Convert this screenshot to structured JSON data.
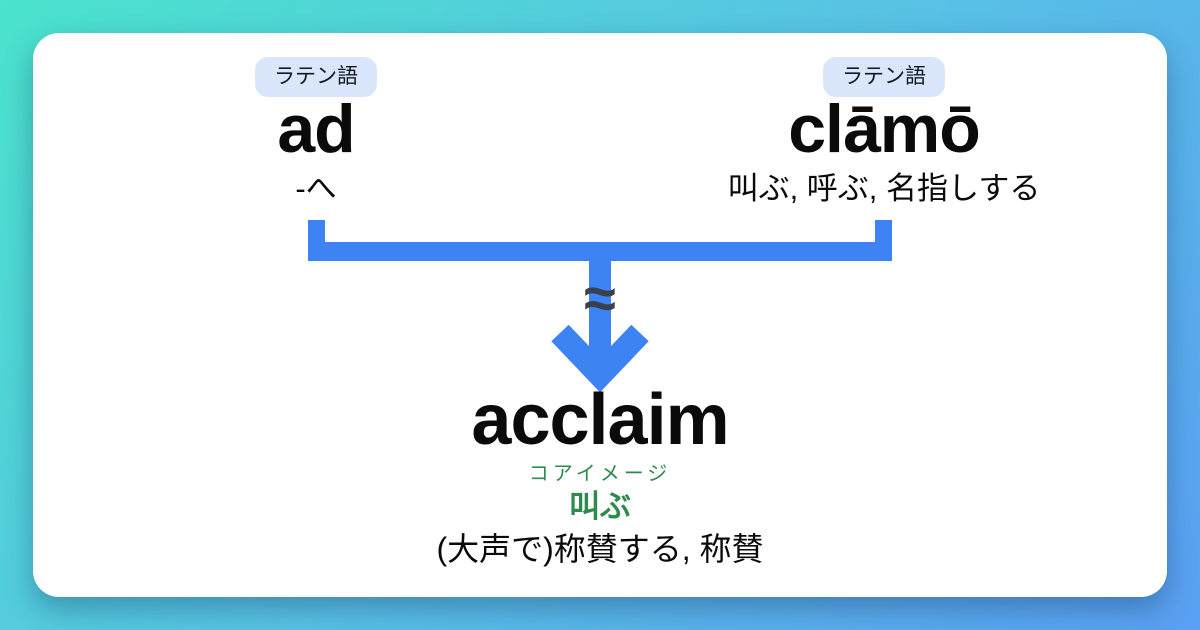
{
  "colors": {
    "background_gradient_start": "#4ae3cc",
    "background_gradient_mid": "#58c2e5",
    "background_gradient_end": "#5a9ff2",
    "accent_blue": "#3e83f3",
    "badge_background": "#d9e6fb",
    "core_green": "#2e8b4e",
    "approx_dark": "#39414f",
    "text_black": "#0a0a0a",
    "card_background": "#ffffff"
  },
  "origins": [
    {
      "language_badge": "ラテン語",
      "word": "ad",
      "meaning": "-へ"
    },
    {
      "language_badge": "ラテン語",
      "word": "clāmō",
      "meaning": "叫ぶ, 呼ぶ, 名指しする"
    }
  ],
  "connector": {
    "approx_symbol": "≈"
  },
  "result": {
    "word": "acclaim",
    "core_image_label": "コアイメージ",
    "core_image": "叫ぶ",
    "meaning": "(大声で)称賛する, 称賛"
  }
}
